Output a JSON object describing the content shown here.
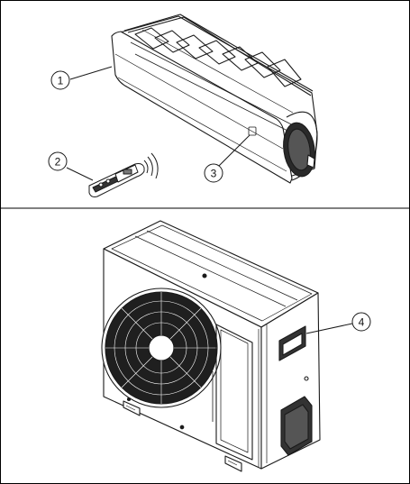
{
  "callouts": [
    {
      "id": "1",
      "label": "1",
      "name": "indoor-unit"
    },
    {
      "id": "2",
      "label": "2",
      "name": "remote-control"
    },
    {
      "id": "3",
      "label": "3",
      "name": "receiver-window"
    },
    {
      "id": "4",
      "label": "4",
      "name": "outdoor-unit"
    }
  ],
  "colors": {
    "line": "#1a1a1a",
    "panel": "#ffffff",
    "frame": "#000000"
  }
}
